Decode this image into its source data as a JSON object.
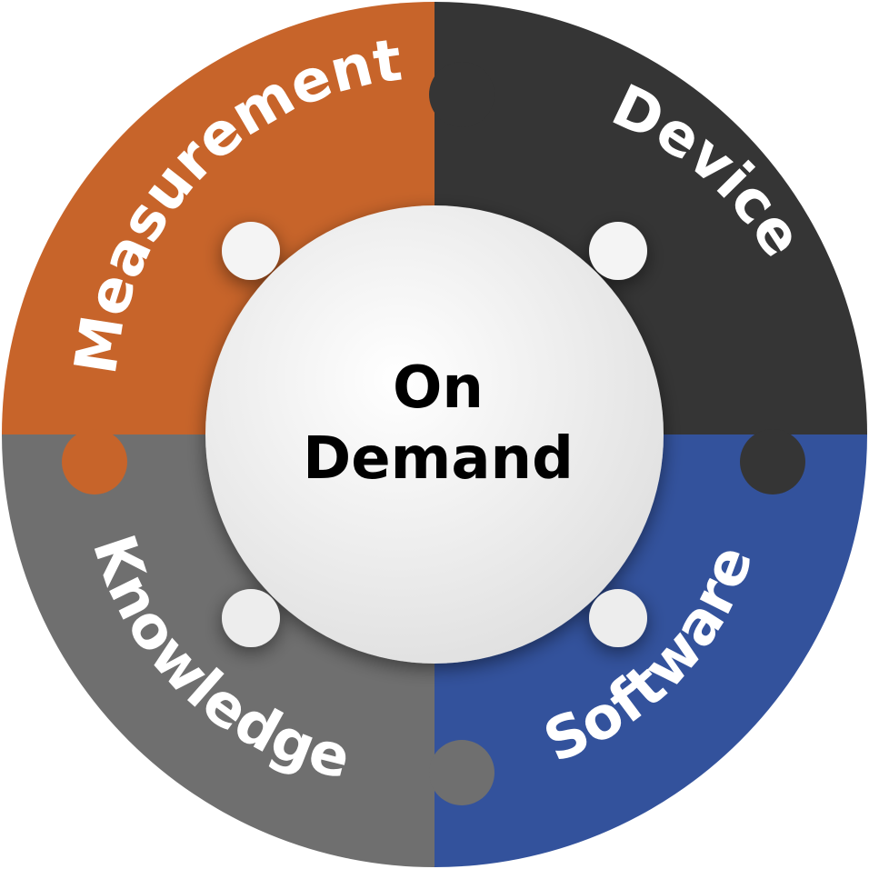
{
  "center": {
    "line1": "On",
    "line2": "Demand"
  },
  "segments": [
    {
      "label": "Measurement",
      "color": "#c7642a"
    },
    {
      "label": "Device",
      "color": "#353535"
    },
    {
      "label": "Software",
      "color": "#33529c"
    },
    {
      "label": "Knowledge",
      "color": "#6f6f6f"
    }
  ],
  "hub_color": "#efefef"
}
